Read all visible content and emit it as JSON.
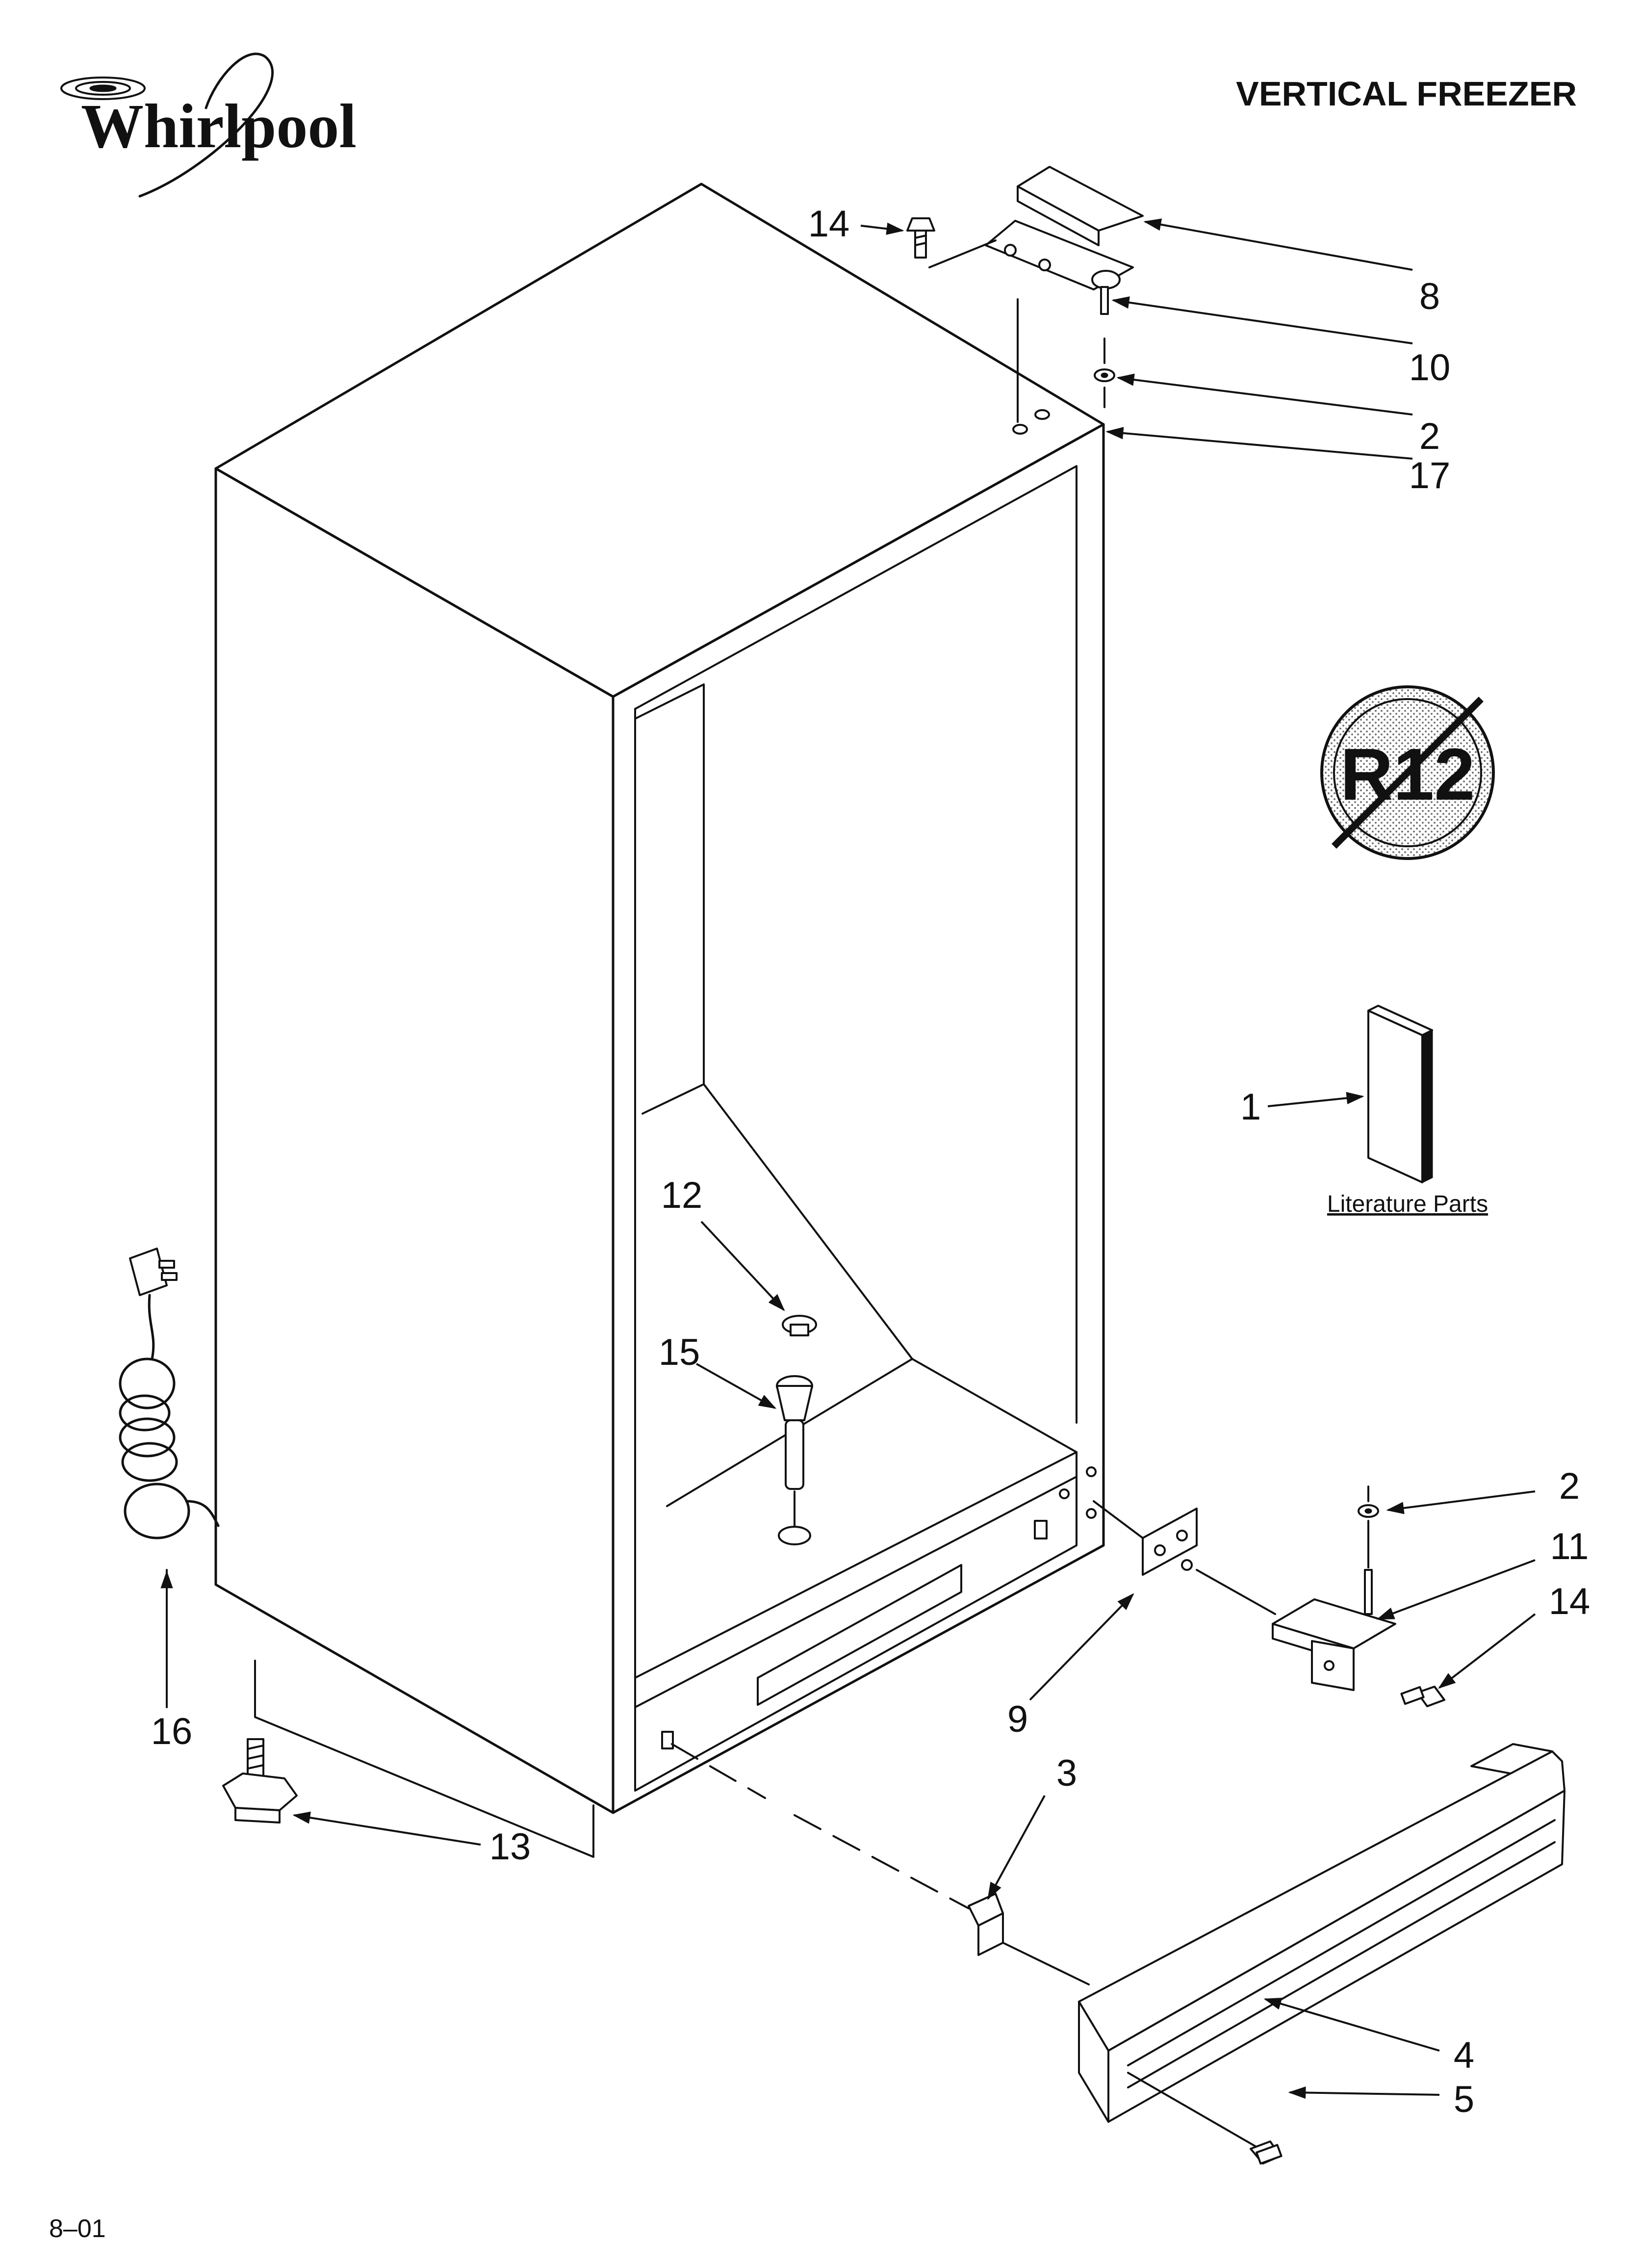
{
  "brand": {
    "name": "Whirlpool"
  },
  "header": {
    "title": "VERTICAL FREEZER"
  },
  "footer": {
    "code": "8–01"
  },
  "badge": {
    "text": "R12"
  },
  "literature": {
    "label": "Literature Parts"
  },
  "callouts": [
    {
      "id": "c1",
      "label": "1"
    },
    {
      "id": "c2a",
      "label": "2"
    },
    {
      "id": "c2b",
      "label": "2"
    },
    {
      "id": "c3",
      "label": "3"
    },
    {
      "id": "c4",
      "label": "4"
    },
    {
      "id": "c5",
      "label": "5"
    },
    {
      "id": "c8",
      "label": "8"
    },
    {
      "id": "c9",
      "label": "9"
    },
    {
      "id": "c10",
      "label": "10"
    },
    {
      "id": "c11",
      "label": "11"
    },
    {
      "id": "c12",
      "label": "12"
    },
    {
      "id": "c13",
      "label": "13"
    },
    {
      "id": "c14a",
      "label": "14"
    },
    {
      "id": "c14b",
      "label": "14"
    },
    {
      "id": "c15",
      "label": "15"
    },
    {
      "id": "c16",
      "label": "16"
    },
    {
      "id": "c17",
      "label": "17"
    }
  ]
}
